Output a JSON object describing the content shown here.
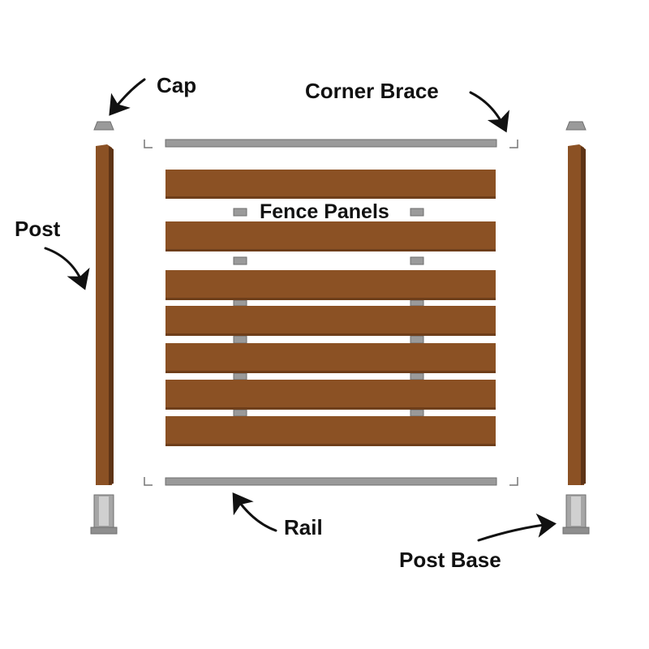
{
  "labels": {
    "cap": "Cap",
    "corner_brace": "Corner Brace",
    "post": "Post",
    "fence_panels": "Fence Panels",
    "rail": "Rail",
    "post_base": "Post Base"
  },
  "colors": {
    "wood": "#8B5124",
    "wood_shadow": "#5E3416",
    "metal": "#9A9A9A",
    "metal_dark": "#6F6F6F",
    "text": "#111111"
  }
}
